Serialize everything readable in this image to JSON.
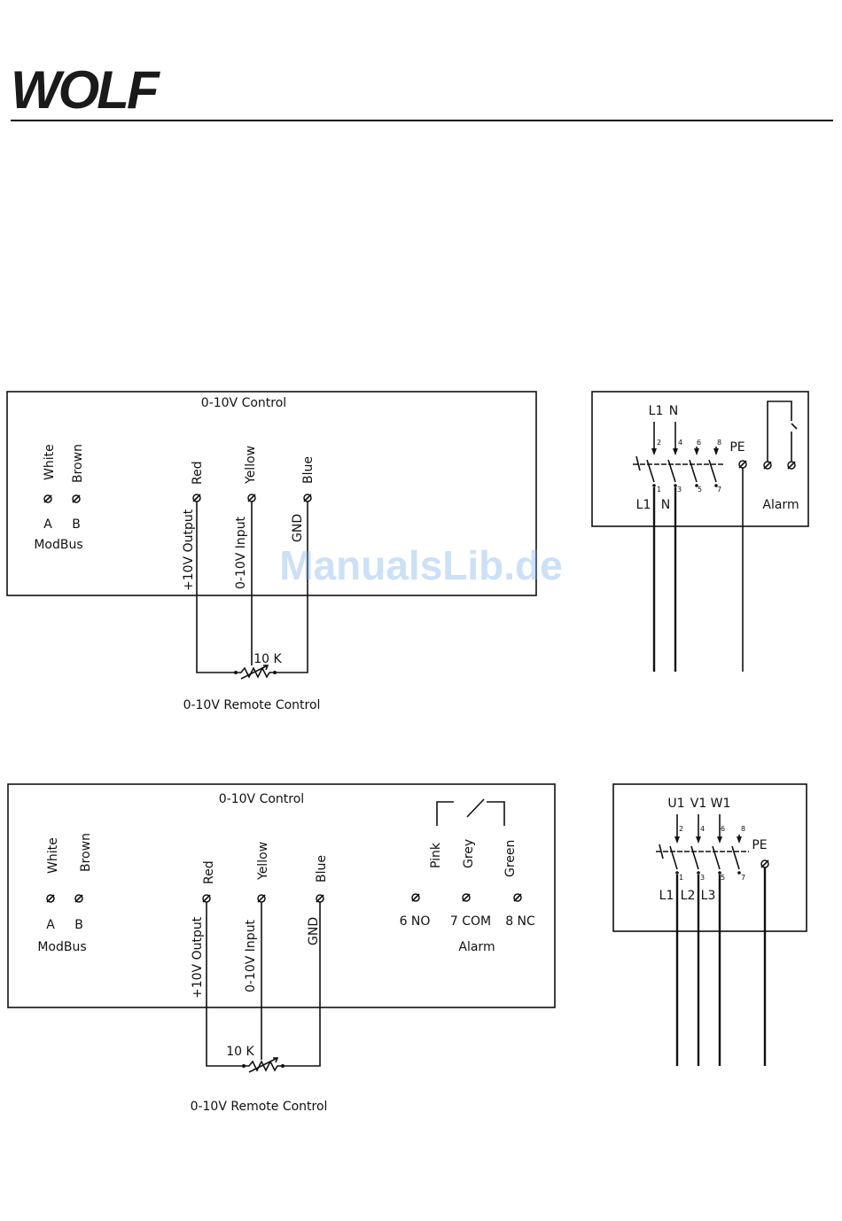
{
  "brand": {
    "logo_text": "WOLF",
    "watermark": "ManualsLib.de"
  },
  "diagram1": {
    "title": "0-10V Control",
    "modbus": {
      "wire_a": "White",
      "wire_b": "Brown",
      "term_a": "A",
      "term_b": "B",
      "label": "ModBus"
    },
    "control": {
      "wires": [
        "Red",
        "Yellow",
        "Blue"
      ],
      "terminals": [
        "+10V Output",
        "0-10V Input",
        "GND"
      ]
    },
    "pot_label": "10 K",
    "remote_label": "0-10V Remote Control"
  },
  "power1": {
    "top_labels": {
      "l1": "L1",
      "n": "N",
      "pe": "PE"
    },
    "pin_top": [
      "2",
      "4",
      "6",
      "8"
    ],
    "pin_bottom": [
      "1",
      "3",
      "5",
      "7"
    ],
    "bottom_labels": {
      "l1": "L1",
      "n": "N"
    },
    "alarm": "Alarm"
  },
  "diagram2": {
    "title": "0-10V Control",
    "modbus": {
      "wire_a": "White",
      "wire_b": "Brown",
      "term_a": "A",
      "term_b": "B",
      "label": "ModBus"
    },
    "control": {
      "wires": [
        "Red",
        "Yellow",
        "Blue"
      ],
      "terminals": [
        "+10V Output",
        "0-10V Input",
        "GND"
      ]
    },
    "alarm": {
      "wires": [
        "Pink",
        "Grey",
        "Green"
      ],
      "terminals": [
        "6 NO",
        "7 COM",
        "8 NC"
      ],
      "label": "Alarm"
    },
    "pot_label": "10 K",
    "remote_label": "0-10V Remote Control"
  },
  "power2": {
    "top_labels": {
      "u1": "U1",
      "v1": "V1",
      "w1": "W1",
      "pe": "PE"
    },
    "pin_top": [
      "2",
      "4",
      "6",
      "8"
    ],
    "pin_bottom": [
      "1",
      "3",
      "5",
      "7"
    ],
    "bottom_labels": {
      "l1": "L1",
      "l2": "L2",
      "l3": "L3"
    }
  }
}
